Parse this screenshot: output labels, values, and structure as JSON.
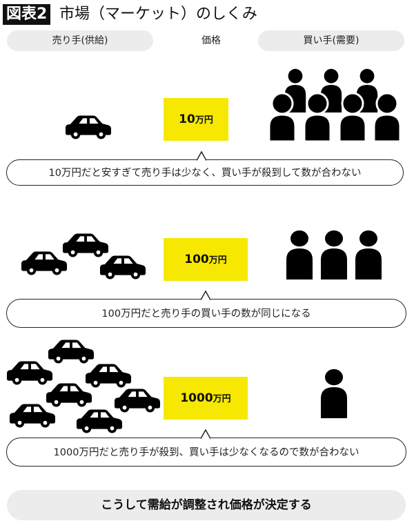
{
  "title": {
    "badge": "図表2",
    "text": "市場（マーケット）のしくみ"
  },
  "columns": {
    "seller": "売り手(供給)",
    "price": "価格",
    "buyer": "買い手(需要)"
  },
  "rows": [
    {
      "price_num": "10",
      "price_unit": "万円",
      "sellers": 1,
      "buyers": 7,
      "caption": "10万円だと安すぎて売り手は少なく、買い手が殺到して数が合わない"
    },
    {
      "price_num": "100",
      "price_unit": "万円",
      "sellers": 3,
      "buyers": 3,
      "caption": "100万円だと売り手の買い手の数が同じになる"
    },
    {
      "price_num": "1000",
      "price_unit": "万円",
      "sellers": 7,
      "buyers": 1,
      "caption": "1000万円だと売り手が殺到、買い手は少なくなるので数が合わない"
    }
  ],
  "footer": "こうして需給が調整され価格が決定する",
  "colors": {
    "price_box": "#f6e800",
    "pill_bg": "#ececec",
    "icon": "#000000"
  }
}
